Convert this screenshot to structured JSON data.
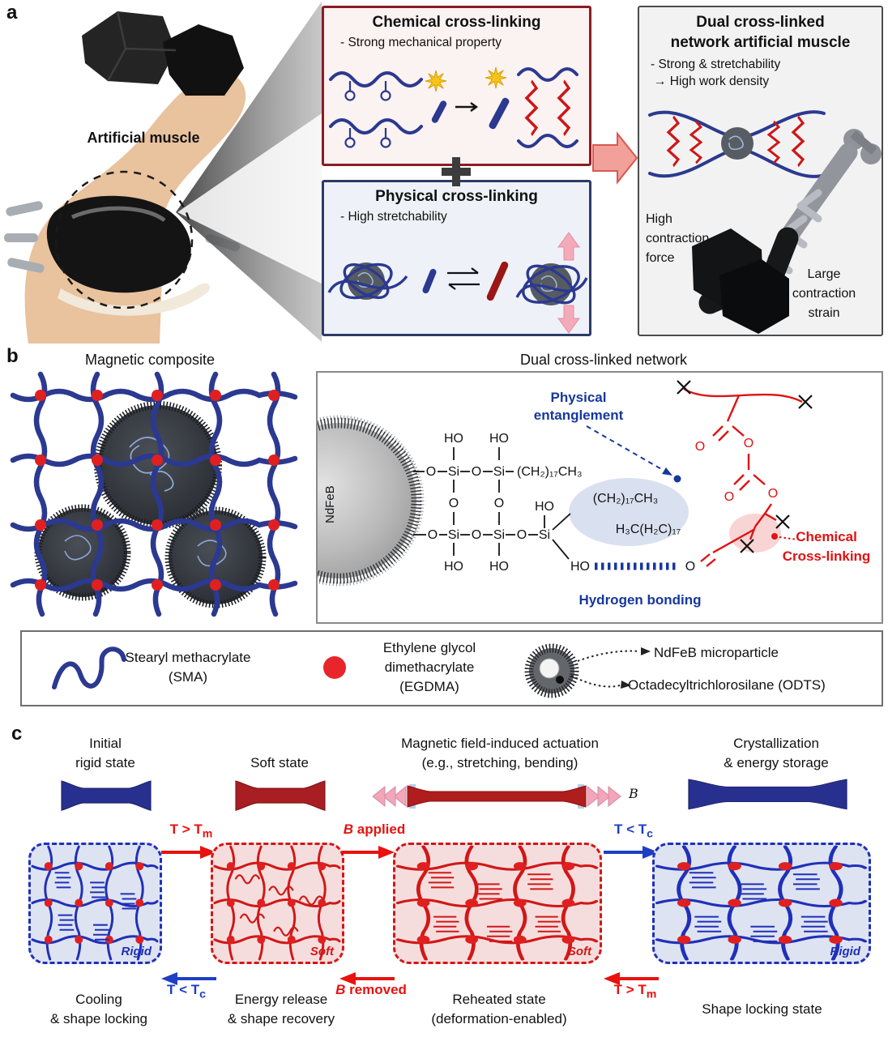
{
  "colors": {
    "polymer_blue": "#2b3990",
    "crosslink_red": "#e02020",
    "chemical_box_red": "#8b1c24",
    "physical_box_blue": "#2e3a66",
    "hot_red_text": "#e8120e",
    "cold_blue_text": "#1d3fc4",
    "annotation_blue": "#16389c",
    "annotation_red": "#e01212",
    "skin_tone": "#e9c29e",
    "rigid_fill": "#dde3f1",
    "soft_fill": "#f6dddd",
    "plus_symbol": "+"
  },
  "panel_a": {
    "label": "a",
    "muscle_label": "Artificial muscle",
    "chemical": {
      "title": "Chemical cross-linking",
      "desc": "- Strong mechanical property"
    },
    "physical": {
      "title": "Physical cross-linking",
      "desc": "- High stretchability"
    },
    "result": {
      "title_l1": "Dual cross-linked",
      "title_l2": "network artificial muscle",
      "desc1": "- Strong & stretchability",
      "desc2": "→ High work density",
      "left_note": [
        "High",
        "contraction",
        "force"
      ],
      "right_note": [
        "Large",
        "contraction",
        "strain"
      ]
    }
  },
  "panel_b": {
    "label": "b",
    "left_title": "Magnetic composite",
    "right_title": "Dual cross-linked network",
    "chem": {
      "ndfeb": "NdFeB",
      "ho": "HO",
      "o": "O",
      "si": "Si",
      "alkyl_chain": "(CH₂)₁₇CH₃",
      "alkyl_chain_rev": "H₃C(H₂C)₁₇",
      "physical_l1": "Physical",
      "physical_l2": "entanglement",
      "hydrogen_bonding": "Hydrogen bonding",
      "chemical_l1": "Chemical",
      "chemical_l2": "Cross-linking"
    },
    "legend": {
      "sma_l1": "Stearyl methacrylate",
      "sma_l2": "(SMA)",
      "egdma_l1": "Ethylene glycol",
      "egdma_l2": "dimethacrylate",
      "egdma_l3": "(EGDMA)",
      "ndfeb_particle": "NdFeB microparticle",
      "odts": "Octadecyltrichlorosilane (ODTS)"
    }
  },
  "panel_c": {
    "label": "c",
    "state_titles": [
      {
        "l1": "Initial",
        "l2": "rigid state"
      },
      {
        "l1": "Soft state",
        "l2": ""
      },
      {
        "l1": "Magnetic field-induced actuation",
        "l2": "(e.g., stretching, bending)"
      },
      {
        "l1": "Crystallization",
        "l2": "& energy storage"
      }
    ],
    "field_label": "B",
    "top_transitions": [
      {
        "label": "T &gt; T<sub>m</sub>"
      },
      {
        "label": "<i>B</i> applied"
      },
      {
        "label": "T &lt; T<sub>c</sub>"
      }
    ],
    "bottom_transitions": [
      {
        "label": "T &lt; T<sub>c</sub>"
      },
      {
        "label": "<i>B</i> removed"
      },
      {
        "label": "T &gt; T<sub>m</sub>"
      }
    ],
    "network_labels": [
      "Rigid",
      "Soft",
      "Soft",
      "Rigid"
    ],
    "bottom_titles": [
      {
        "l1": "Cooling",
        "l2": "& shape locking"
      },
      {
        "l1": "Energy release",
        "l2": "& shape recovery"
      },
      {
        "l1": "Reheated state",
        "l2": "(deformation-enabled)"
      },
      {
        "l1": "Shape locking state",
        "l2": ""
      }
    ]
  }
}
